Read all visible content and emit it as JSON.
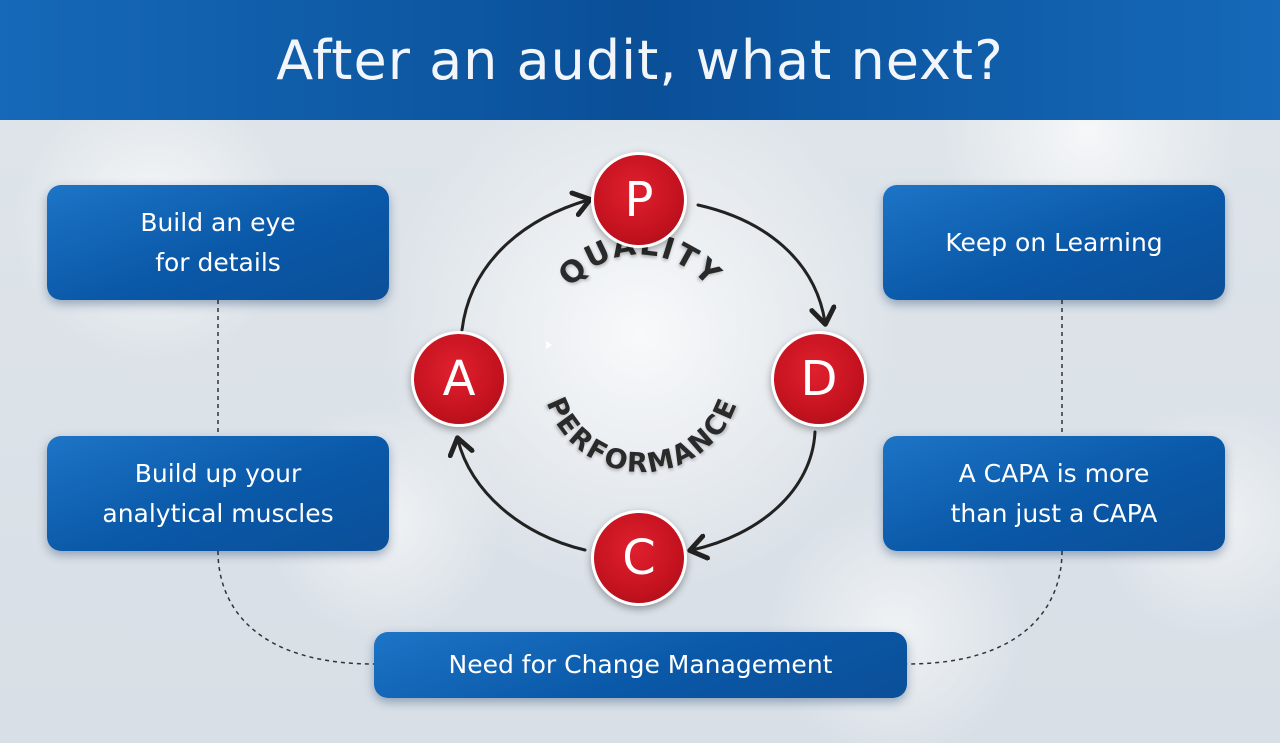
{
  "header": {
    "title": "After an audit, what next?"
  },
  "cycle": {
    "nodes": {
      "p": "P",
      "d": "D",
      "c": "C",
      "a": "A"
    },
    "center_top": "QUALITY",
    "center_bottom": "PERFORMANCE"
  },
  "boxes": {
    "eye": [
      "Build an eye",
      "for details"
    ],
    "muscle": [
      "Build up your",
      "analytical muscles"
    ],
    "learn": [
      "Keep on Learning"
    ],
    "capa": [
      "A CAPA is more",
      "than just a CAPA"
    ],
    "change": [
      "Need for Change Management"
    ]
  },
  "colors": {
    "header_blue": "#0a4f98",
    "box_blue": "#0a58a8",
    "node_red": "#c4121f"
  }
}
